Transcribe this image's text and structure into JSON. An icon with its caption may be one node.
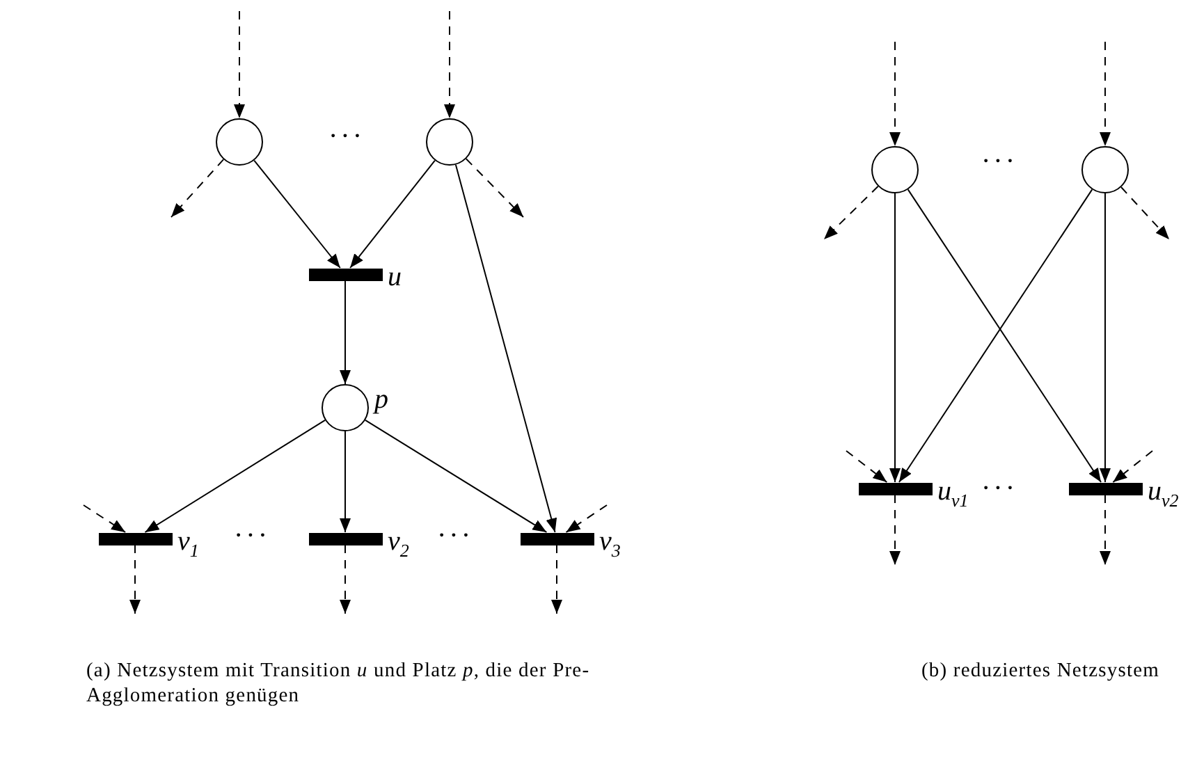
{
  "diagram": {
    "nodes": [
      {
        "text": [],
        "shape": "circle"
      },
      {
        "text": [],
        "shape": "circle"
      },
      {
        "text": [],
        "shape": "bar",
        "beside": [
          "u"
        ]
      },
      {
        "text": [],
        "shape": "circle",
        "beside": [
          "p"
        ]
      },
      {
        "text": [],
        "shape": "bar",
        "beside": [
          "v$_{1}$"
        ]
      },
      {
        "text": [],
        "shape": "bar",
        "beside": [
          "v$_{2}$"
        ]
      },
      {
        "text": [],
        "shape": "bar",
        "beside": [
          "v$_{3}$"
        ]
      },
      {
        "text": [],
        "shape": "circle"
      },
      {
        "text": [],
        "shape": "circle"
      },
      {
        "text": [],
        "shape": "bar",
        "beside": [
          "u$_{v1}$"
        ]
      },
      {
        "text": [],
        "shape": "bar",
        "beside": [
          "u$_{v2}$"
        ]
      }
    ],
    "edges": [
      {
        "from": null,
        "to": 0,
        "arrow": "to",
        "style": "dashed"
      },
      {
        "from": null,
        "to": 1,
        "arrow": "to",
        "style": "dashed"
      },
      {
        "from": 0,
        "to": null,
        "arrow": "to",
        "style": "dashed"
      },
      {
        "from": 1,
        "to": null,
        "arrow": "to",
        "style": "dashed"
      },
      {
        "from": 0,
        "to": 2,
        "arrow": "to"
      },
      {
        "from": 1,
        "to": 2,
        "arrow": "to"
      },
      {
        "from": 1,
        "to": 6,
        "arrow": "to"
      },
      {
        "from": 2,
        "to": 3,
        "arrow": "to"
      },
      {
        "from": 3,
        "to": 4,
        "arrow": "to"
      },
      {
        "from": 3,
        "to": 5,
        "arrow": "to"
      },
      {
        "from": 3,
        "to": 6,
        "arrow": "to"
      },
      {
        "from": null,
        "to": 4,
        "arrow": "to",
        "style": "dashed"
      },
      {
        "from": null,
        "to": 6,
        "arrow": "to",
        "style": "dashed"
      },
      {
        "from": 4,
        "to": null,
        "arrow": "to",
        "style": "dashed"
      },
      {
        "from": 5,
        "to": null,
        "arrow": "to",
        "style": "dashed"
      },
      {
        "from": 6,
        "to": null,
        "arrow": "to",
        "style": "dashed"
      },
      {
        "from": null,
        "to": 7,
        "arrow": "to",
        "style": "dashed"
      },
      {
        "from": null,
        "to": 8,
        "arrow": "to",
        "style": "dashed"
      },
      {
        "from": 7,
        "to": null,
        "arrow": "to",
        "style": "dashed"
      },
      {
        "from": 8,
        "to": null,
        "arrow": "to",
        "style": "dashed"
      },
      {
        "from": 7,
        "to": 9,
        "arrow": "to"
      },
      {
        "from": 7,
        "to": 10,
        "arrow": "to"
      },
      {
        "from": 8,
        "to": 9,
        "arrow": "to"
      },
      {
        "from": 8,
        "to": 10,
        "arrow": "to"
      },
      {
        "from": null,
        "to": 9,
        "arrow": "to",
        "style": "dashed"
      },
      {
        "from": null,
        "to": 10,
        "arrow": "to",
        "style": "dashed"
      },
      {
        "from": 9,
        "to": null,
        "arrow": "to",
        "style": "dashed"
      },
      {
        "from": 10,
        "to": null,
        "arrow": "to",
        "style": "dashed"
      }
    ],
    "labels": [
      "···",
      "···",
      "···",
      "···",
      "···",
      "(a) Netzsystem mit Transition *u* und Platz *p*, die der Pre-Agglomeration genügen",
      "(b) reduziertes Netzsystem"
    ]
  }
}
